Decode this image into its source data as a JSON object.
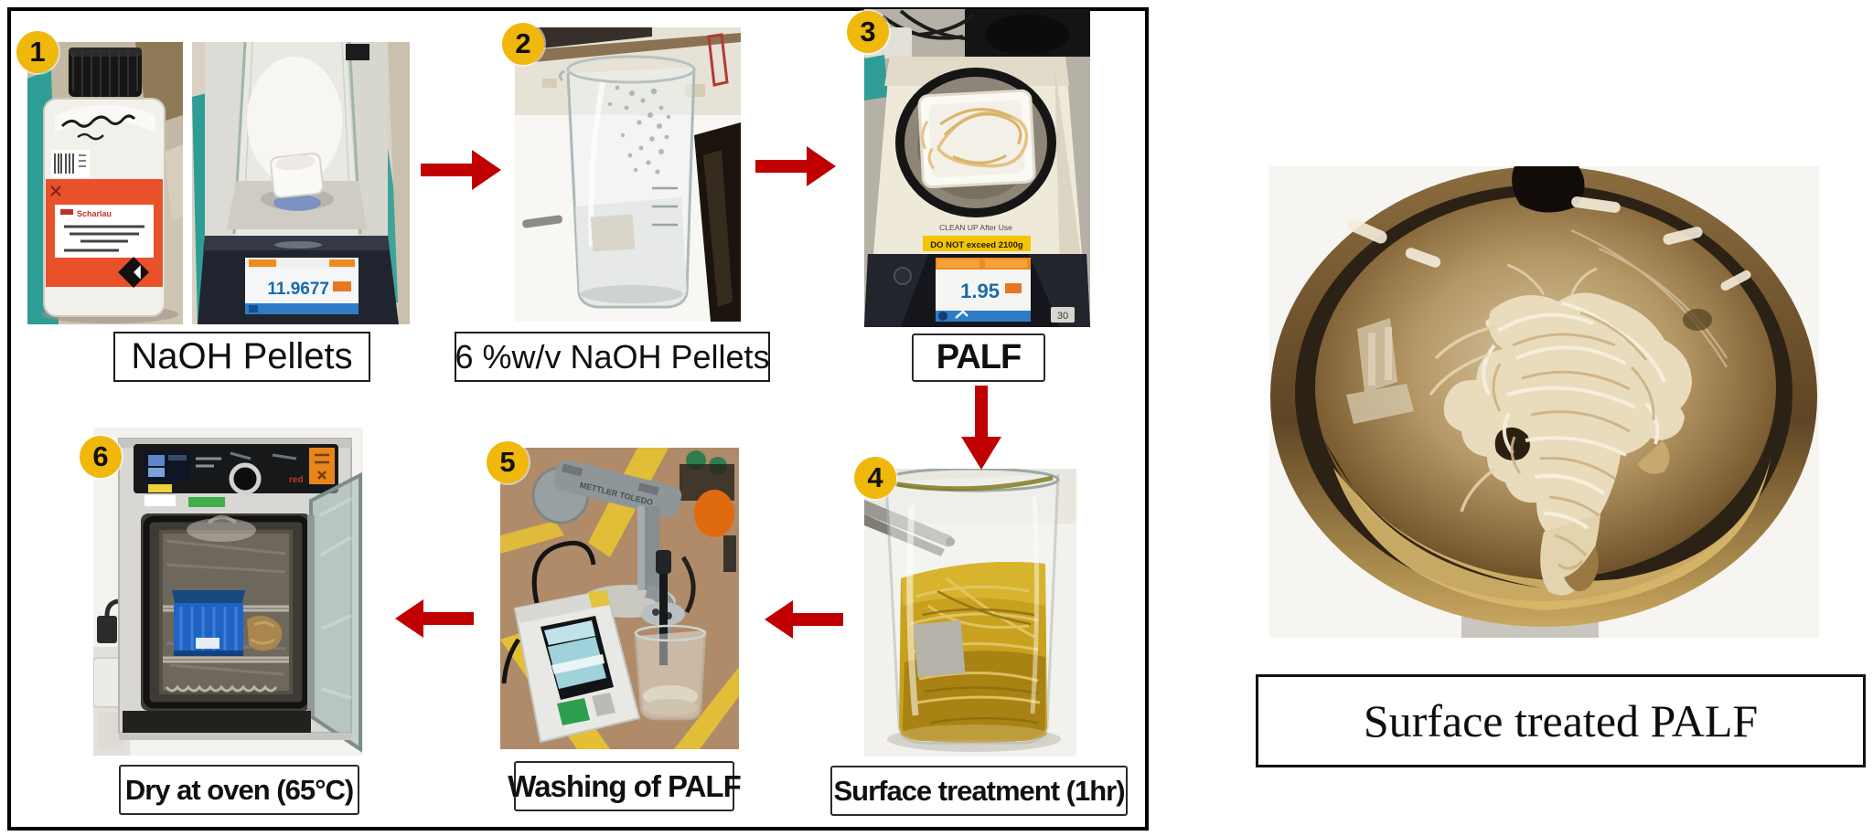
{
  "panel_border_color": "#000000",
  "badge_color": "#F1B80C",
  "arrow_color": "#C00000",
  "steps": [
    {
      "number": "1",
      "label": "NaOH Pellets"
    },
    {
      "number": "2",
      "label": "6 %w/v NaOH Pellets"
    },
    {
      "number": "3",
      "label": "PALF"
    },
    {
      "number": "4",
      "label": "Surface treatment (1hr)"
    },
    {
      "number": "5",
      "label": "Washing of PALF"
    },
    {
      "number": "6",
      "label": "Dry at oven (65°C)"
    }
  ],
  "photos": {
    "balance_front": {
      "reading": "11.9677"
    },
    "balance_top": {
      "notice": "CLEAN UP After Use",
      "warning": "DO NOT exceed 2100g",
      "reading": "1.95",
      "corner_sticker": "30"
    },
    "ph_meter": {
      "brand": "METTLER TOLEDO"
    }
  },
  "result_label": "Surface treated PALF"
}
